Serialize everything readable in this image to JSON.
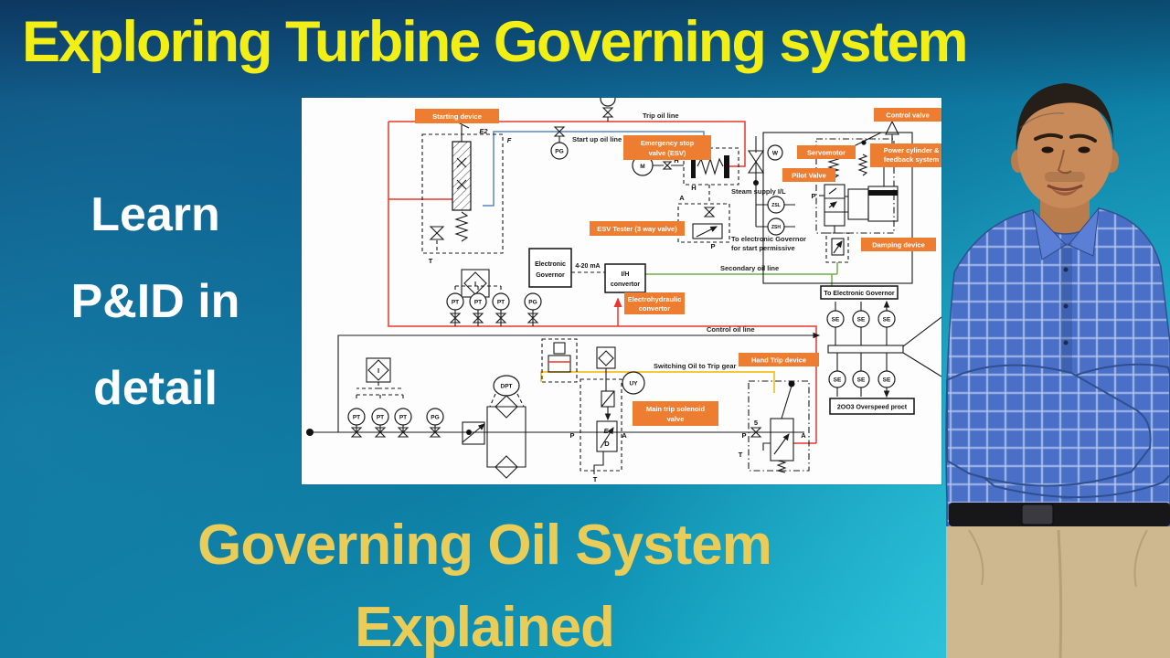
{
  "title": {
    "text": "Exploring Turbine Governing system"
  },
  "left_caption": {
    "line1": "Learn",
    "line2": "P&ID in",
    "line3": "detail"
  },
  "bottom_caption": {
    "line1": "Governing Oil System",
    "line2": "Explained"
  },
  "colors": {
    "accent_orange": "#ED7D31",
    "line_red": "#E8372C",
    "line_blue": "#5B85C6",
    "line_green": "#6FAE46",
    "line_yellow": "#F2C11D",
    "title_yellow": "#F2EF16",
    "caption_gold": "#EACD58",
    "caption_white": "#FFFFFF"
  },
  "diagram": {
    "orange_labels": {
      "starting_device": "Starting device",
      "emergency_stop_line1": "Emergency stop",
      "emergency_stop_line2": "valve (ESV)",
      "esv_tester": "ESV Tester (3 way valve)",
      "electrohydraulic_line1": "Electrohydraulic",
      "electrohydraulic_line2": "convertor",
      "servomotor": "Servomotor",
      "pilot_valve": "Pilot Valve",
      "control_valve": "Control valve",
      "power_cylinder_line1": "Power cylinder &",
      "power_cylinder_line2": "feedback system",
      "damping_device": "Damping device",
      "hand_trip_device": "Hand Trip device",
      "main_trip_line1": "Main trip solenoid",
      "main_trip_line2": "valve"
    },
    "boxes": {
      "electronic_governor_line1": "Electronic",
      "electronic_governor_line2": "Governor",
      "ih_line1": "I/H",
      "ih_line2": "convertor",
      "to_electronic_governor": "To Electronic Governor",
      "overspeed": "2OO3 Overspeed proct"
    },
    "line_labels": {
      "trip_oil": "Trip oil line",
      "startup_oil": "Start up oil line",
      "signal": "4-20 mA",
      "steam_supply": "Steam supply I/L",
      "to_gov_line1": "To electronic Governor",
      "to_gov_line2": "for start permissive",
      "secondary_oil": "Secondary oil line",
      "control_oil": "Control oil line",
      "switching_oil": "Switching Oil to Trip gear"
    },
    "instruments": {
      "pt": "PT",
      "pg": "PG",
      "se": "SE",
      "dpt": "DPT",
      "uy": "UY",
      "m": "M",
      "w": "W",
      "zsl": "ZSL",
      "zsh": "ZSH",
      "i": "I"
    },
    "ports": {
      "e2": "E2",
      "f": "F",
      "t": "T",
      "h": "H",
      "a": "A",
      "p": "P",
      "d": "D",
      "e": "E",
      "five": "5"
    }
  }
}
